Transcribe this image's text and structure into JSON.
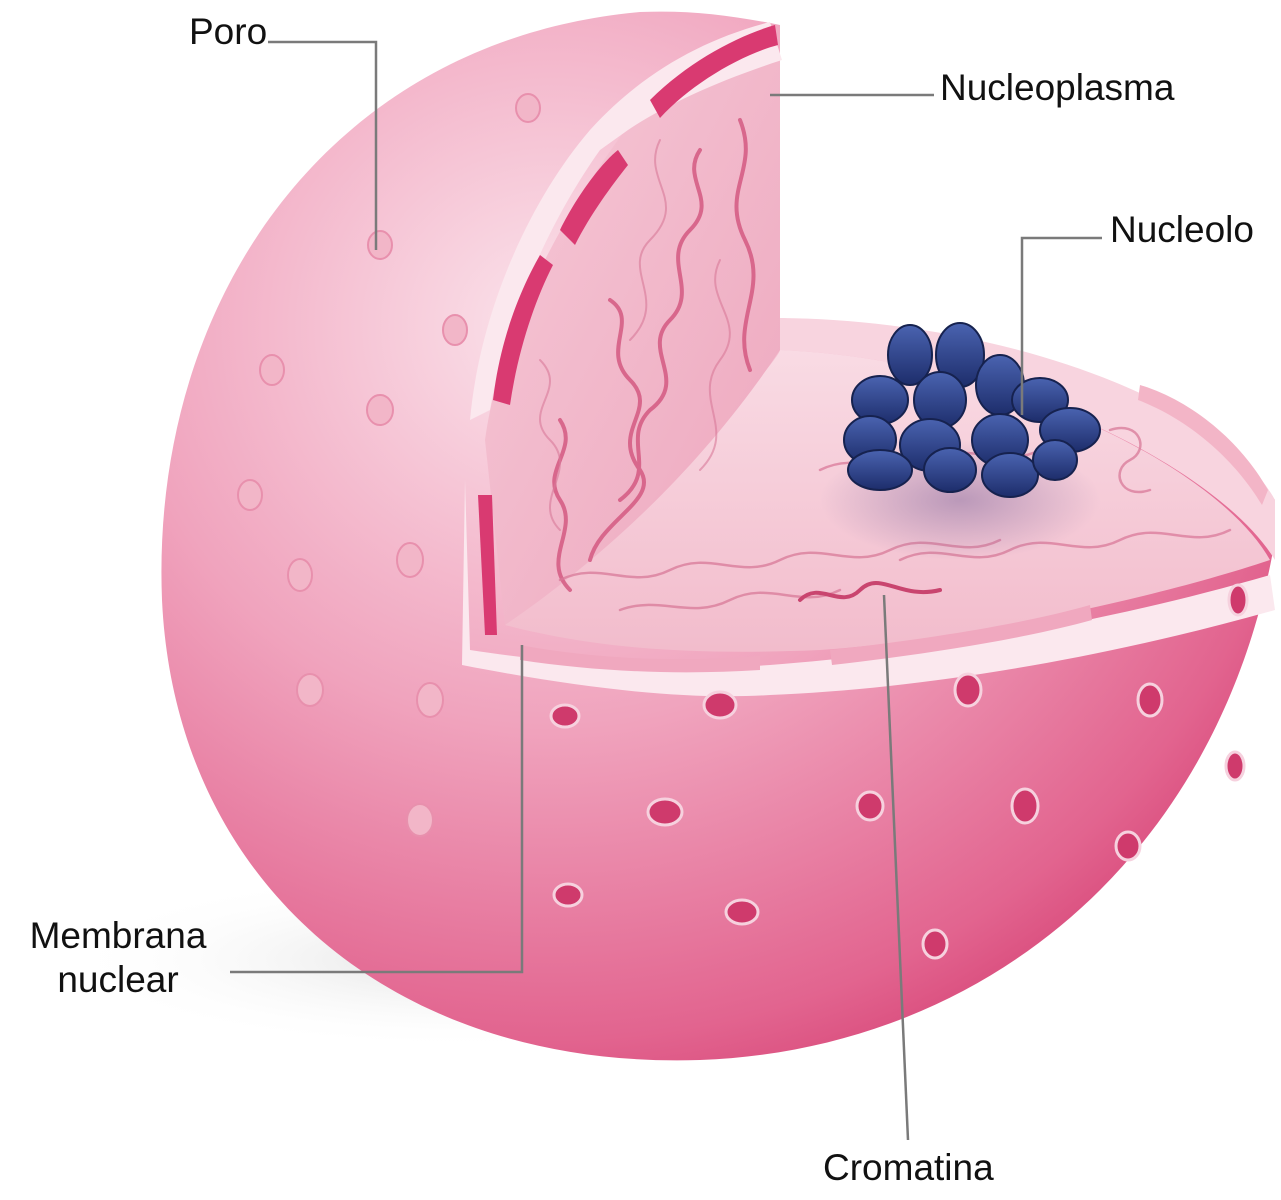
{
  "labels": {
    "poro": "Poro",
    "nucleoplasma": "Nucleoplasma",
    "nucleolo": "Nucleolo",
    "membrana_line1": "Membrana",
    "membrana_line2": "nuclear",
    "cromatina": "Cromatina"
  },
  "colors": {
    "membrane_light": "#f7cfdc",
    "membrane_mid": "#e985a6",
    "membrane_dark": "#d6326a",
    "interior": "#f4c2d0",
    "chromatin": "#d45a82",
    "nucleolus": "#2a3f86",
    "leader_line": "#7a7a7a"
  }
}
